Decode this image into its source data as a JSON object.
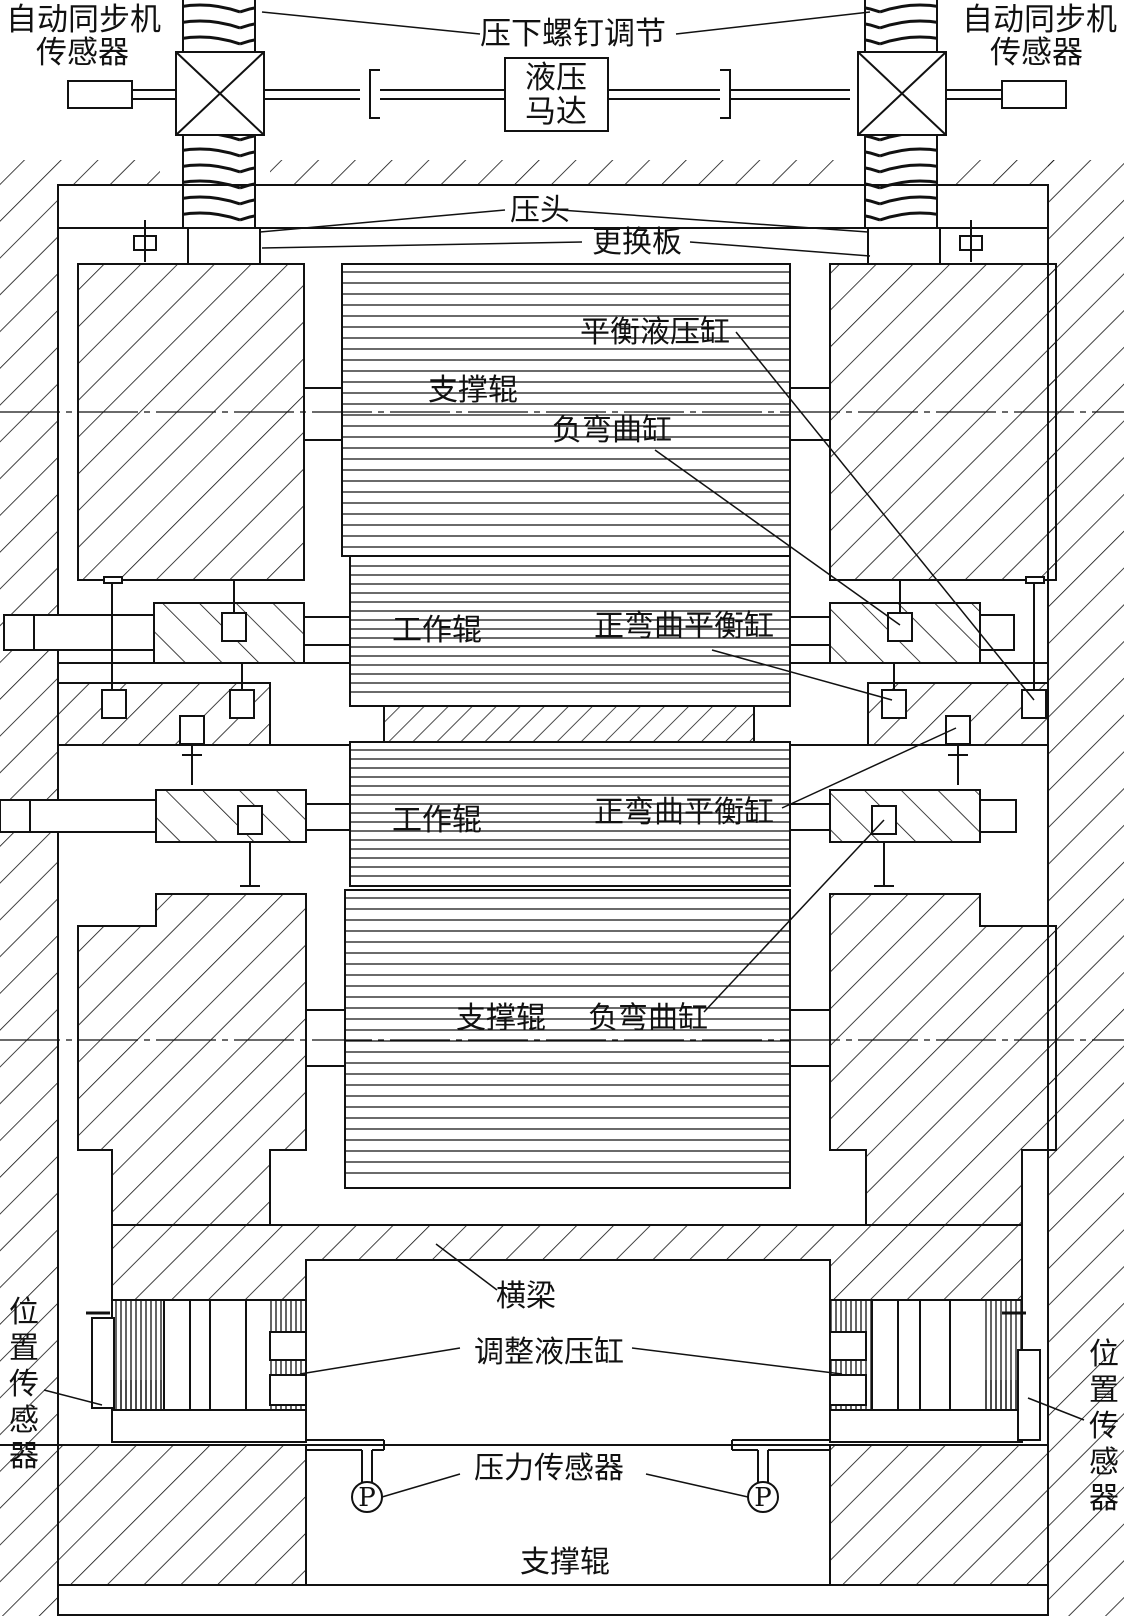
{
  "labels": {
    "sync_sensor_left_1": "自动同步机",
    "sync_sensor_left_2": "传感器",
    "sync_sensor_right_1": "自动同步机",
    "sync_sensor_right_2": "传感器",
    "screwdown_adjust": "压下螺钉调节",
    "hydraulic_motor_1": "液压",
    "hydraulic_motor_2": "马达",
    "pressure_head": "压头",
    "replace_plate": "更换板",
    "balance_cylinder": "平衡液压缸",
    "backup_roll_top": "支撑辊",
    "neg_bend_top": "负弯曲缸",
    "work_roll_top": "工作辊",
    "pos_bend_top": "正弯曲平衡缸",
    "work_roll_bottom": "工作辊",
    "pos_bend_bottom": "正弯曲平衡缸",
    "backup_roll_mid": "支撑辊",
    "neg_bend_bottom": "负弯曲缸",
    "crossbeam": "横梁",
    "adjust_cylinder": "调整液压缸",
    "position_sensor_left": [
      "位",
      "置",
      "传",
      "感",
      "器"
    ],
    "position_sensor_right": [
      "位",
      "置",
      "传",
      "感",
      "器"
    ],
    "pressure_sensor": "压力传感器",
    "backup_roll_base": "支撑辊",
    "p_symbol": "P"
  },
  "colors": {
    "line": "#111111",
    "background": "#ffffff"
  }
}
